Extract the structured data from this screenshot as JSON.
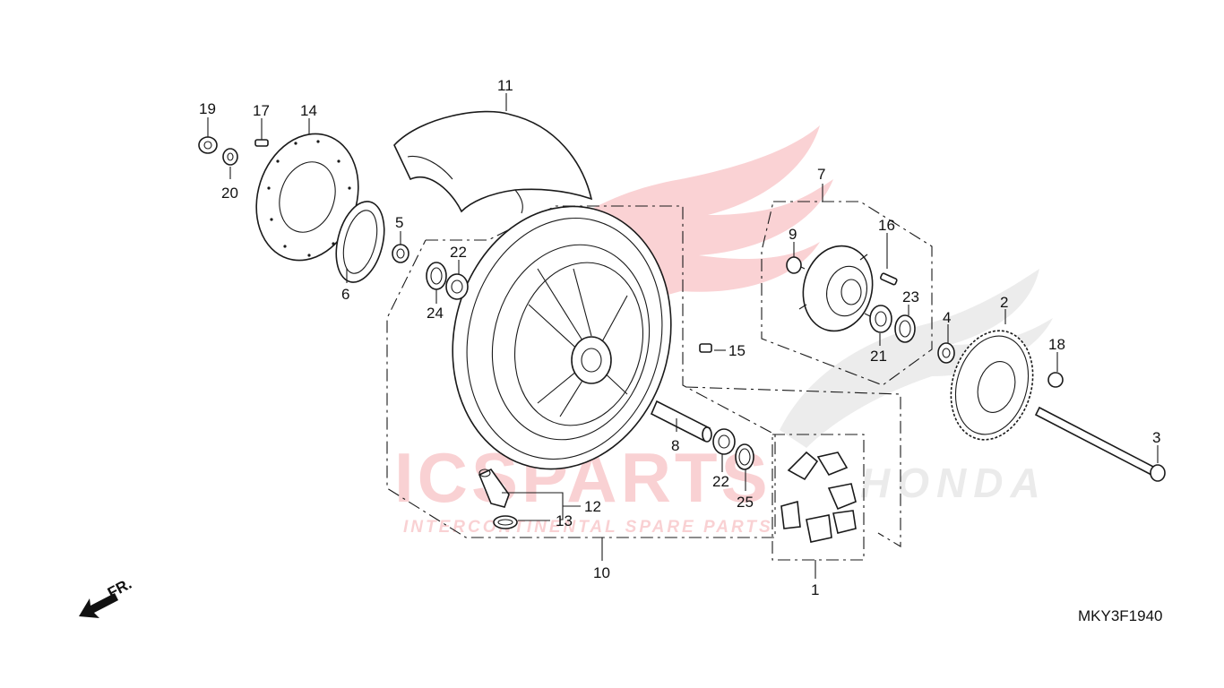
{
  "diagram": {
    "code": "MKY3F1940",
    "front_marker": "FR.",
    "callouts": [
      "1",
      "2",
      "3",
      "4",
      "5",
      "6",
      "7",
      "8",
      "9",
      "10",
      "11",
      "12",
      "13",
      "14",
      "15",
      "16",
      "17",
      "18",
      "19",
      "20",
      "21",
      "22",
      "22",
      "23",
      "24",
      "25"
    ]
  },
  "watermark": {
    "brand": "ICSPARTS",
    "tagline": "INTERCONTINENTAL SPARE PARTS",
    "maker": "HONDA",
    "accent_color": "#e8323c"
  }
}
